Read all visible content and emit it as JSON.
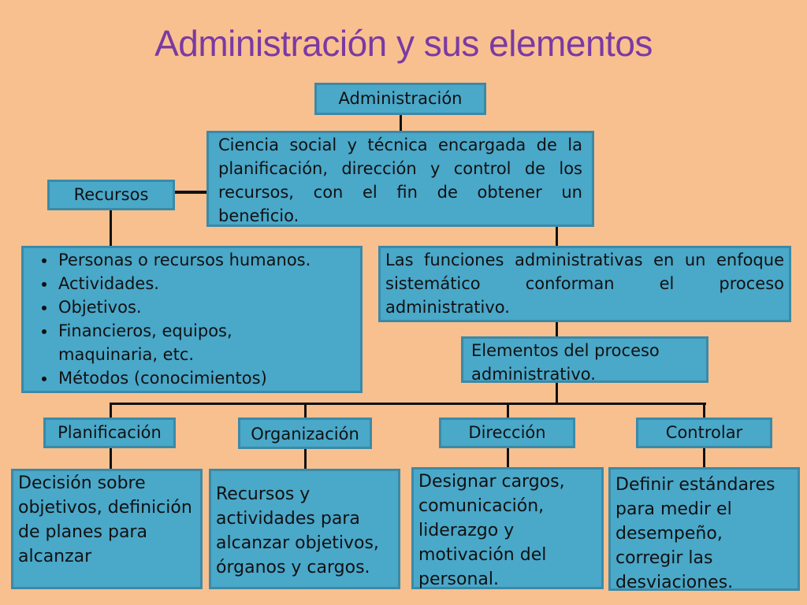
{
  "title": "Administración y sus elementos",
  "root": "Administración",
  "definition": "Ciencia social y técnica encargada de la planificación, dirección y control de los recursos, con el fin de obtener un beneficio.",
  "recursos": {
    "label": "Recursos",
    "items": [
      "Personas o recursos humanos.",
      "Actividades.",
      "Objetivos.",
      "Financieros, equipos, maquinaria, etc.",
      "Métodos (conocimientos)"
    ]
  },
  "funciones": "Las funciones administrativas en un enfoque sistemático conforman el proceso administrativo.",
  "elementos": "Elementos del proceso administrativo.",
  "stages": [
    {
      "label": "Planificación",
      "detail": "Decisión sobre objetivos, definición de planes para alcanzar"
    },
    {
      "label": "Organización",
      "detail": "Recursos y actividades para alcanzar objetivos, órganos y cargos."
    },
    {
      "label": "Dirección",
      "detail": "Designar cargos, comunicación, liderazgo y motivación del personal."
    },
    {
      "label": "Controlar",
      "detail": "Definir estándares para medir el desempeño, corregir las desviaciones."
    }
  ]
}
